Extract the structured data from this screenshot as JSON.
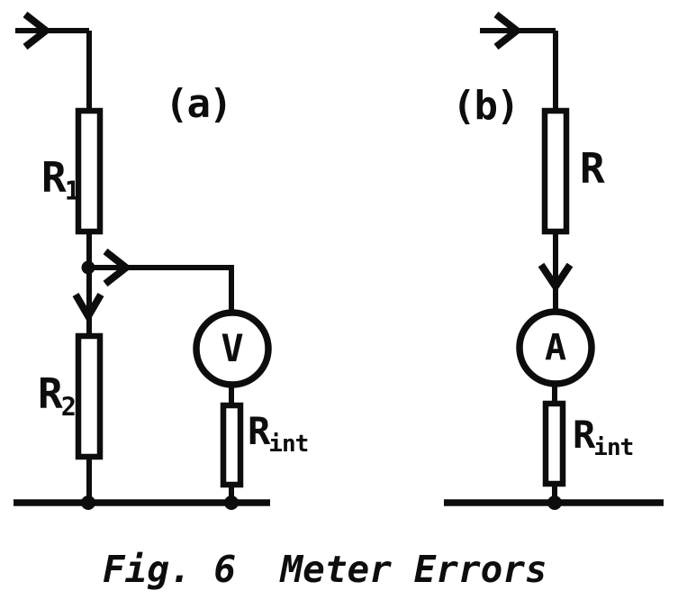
{
  "figure": {
    "caption": "Fig. 6  Meter Errors"
  },
  "colors": {
    "ink": "#0d0d0d",
    "paper": "#ffffff"
  },
  "circuit_a": {
    "label": "(a)",
    "r1": {
      "base": "R",
      "sub": "1"
    },
    "r2": {
      "base": "R",
      "sub": "2"
    },
    "rint": {
      "base": "R",
      "sub": "int"
    },
    "meter_letter": "V"
  },
  "circuit_b": {
    "label": "(b)",
    "r": {
      "base": "R"
    },
    "rint": {
      "base": "R",
      "sub": "int"
    },
    "meter_letter": "A"
  }
}
